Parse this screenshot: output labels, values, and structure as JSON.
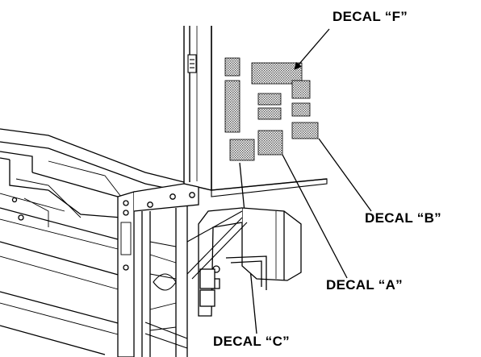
{
  "labels": {
    "f": "DECAL “F”",
    "b": "DECAL “B”",
    "a": "DECAL “A”",
    "c": "DECAL “C”"
  },
  "colors": {
    "line": "#000000",
    "background": "#ffffff",
    "decal_fill": "#b8b8b8"
  }
}
